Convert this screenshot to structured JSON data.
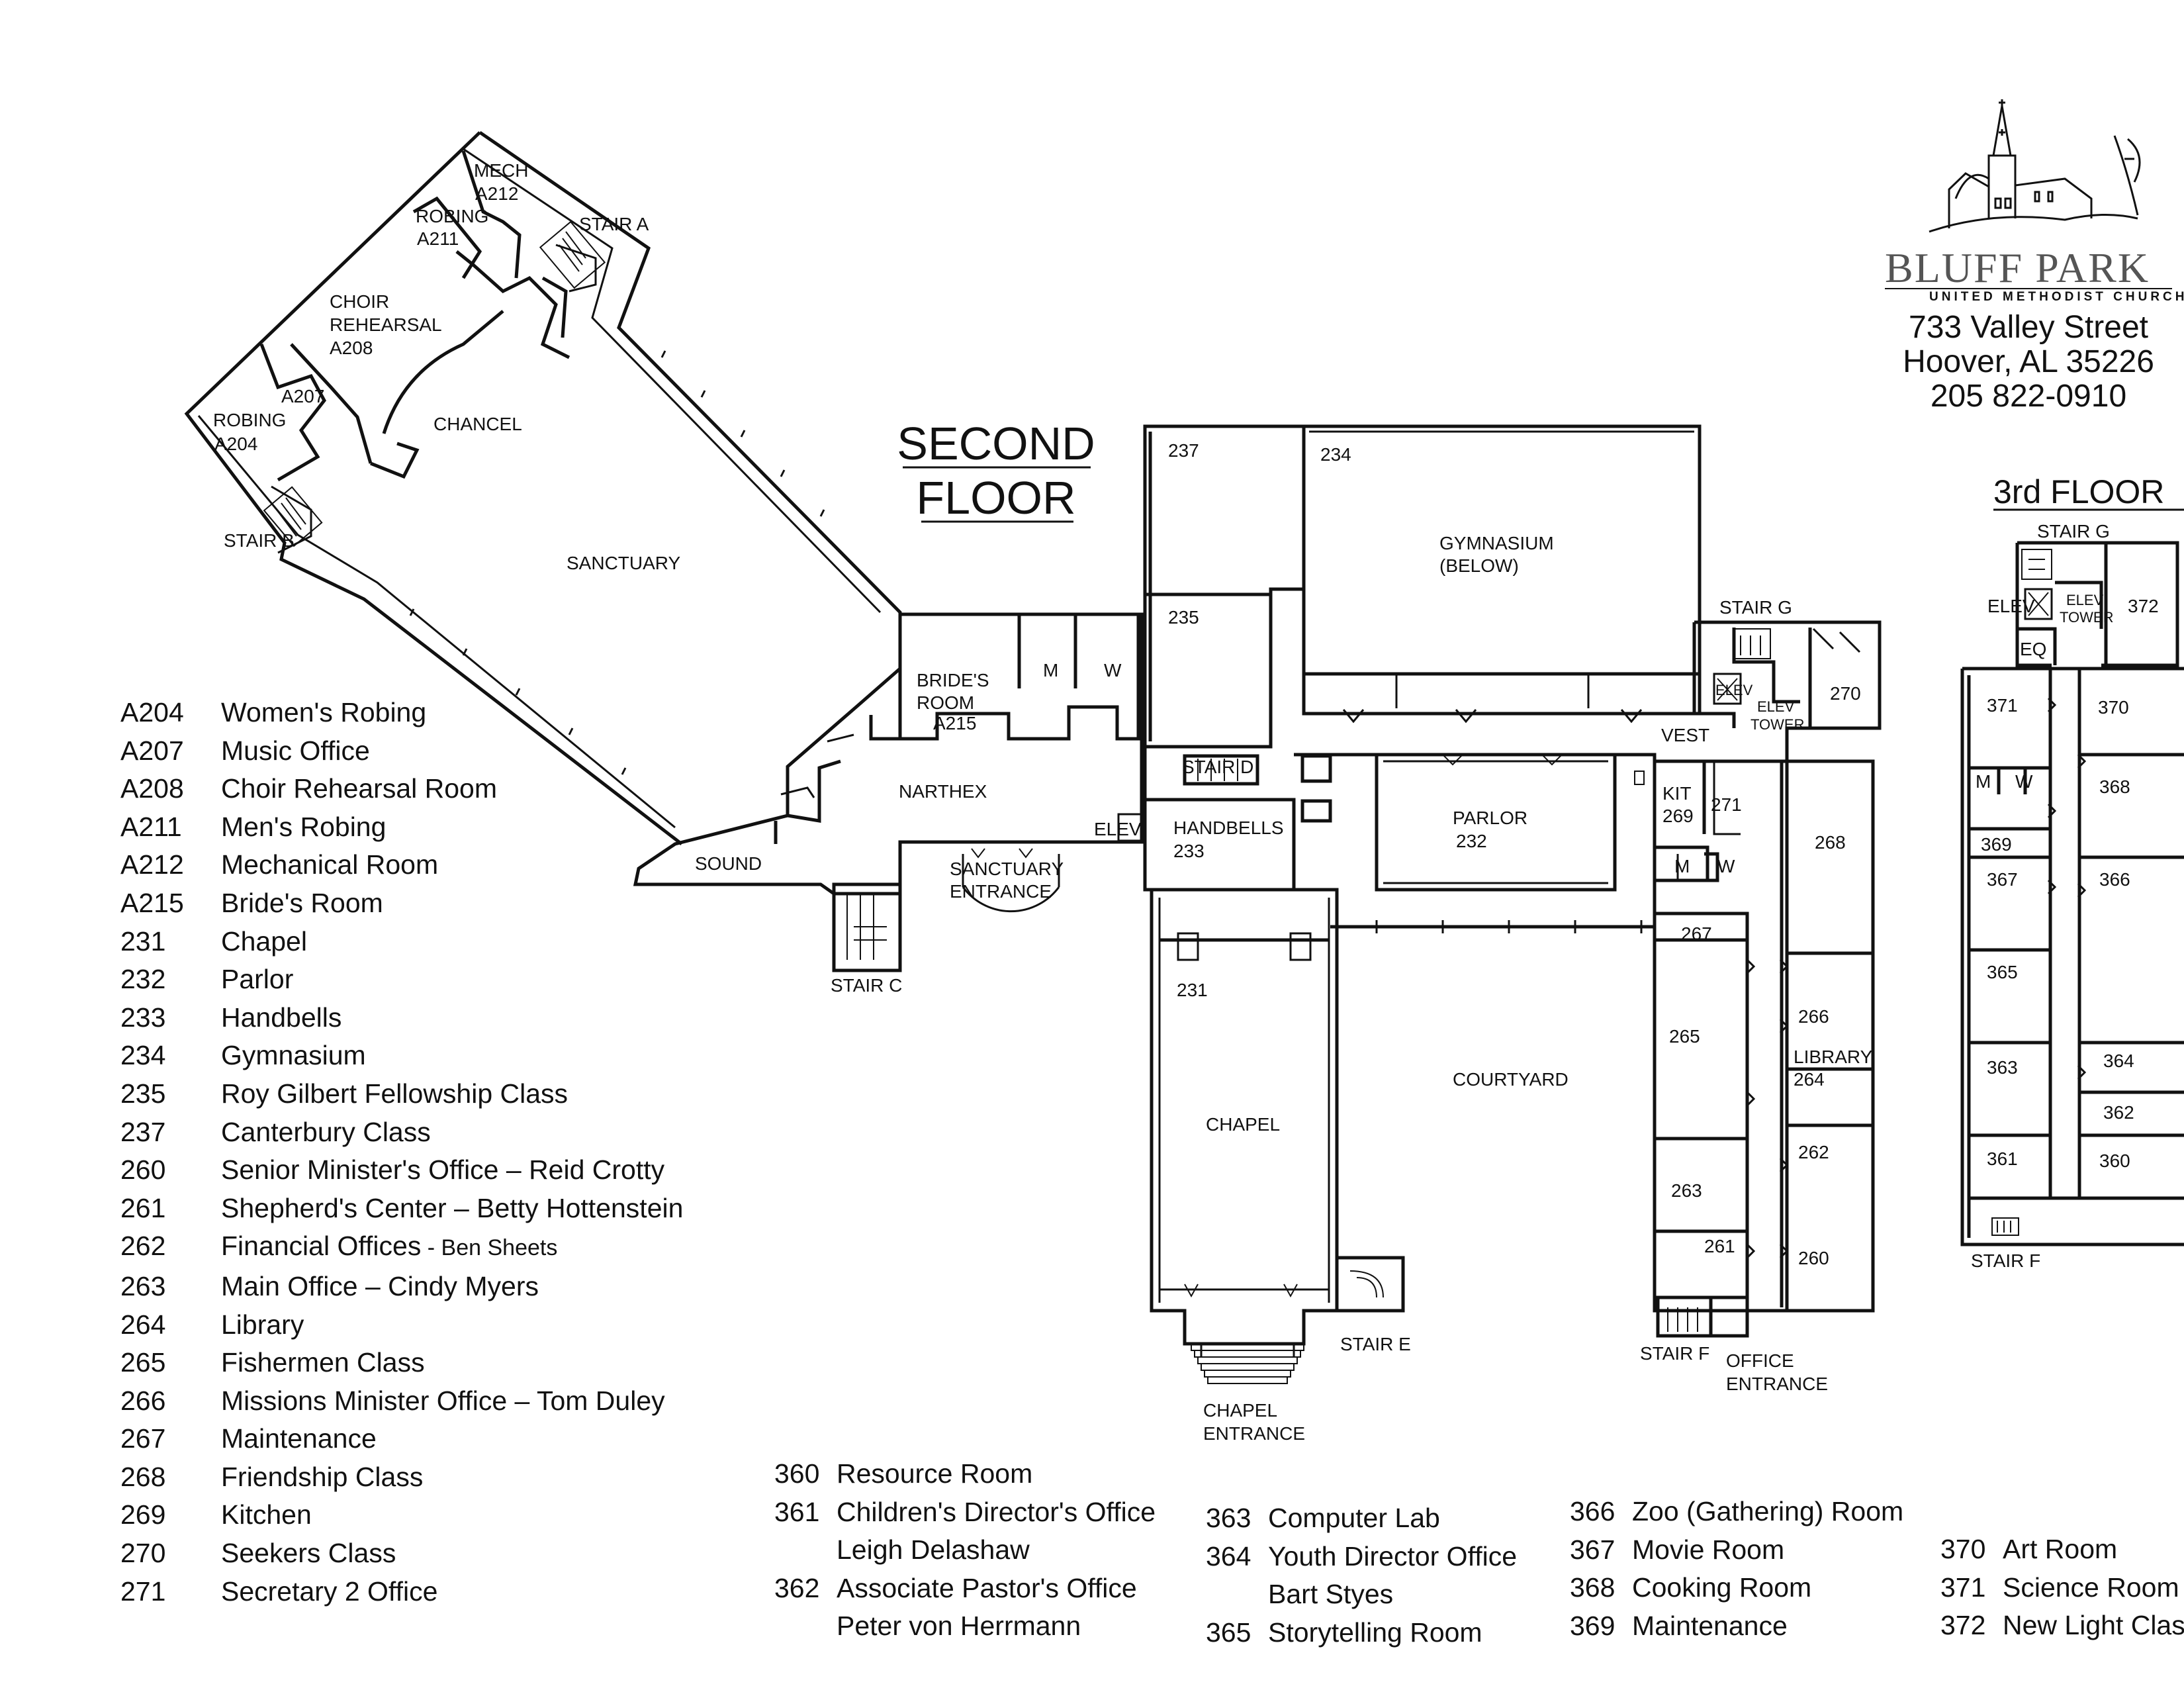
{
  "church": {
    "name": "BLUFF PARK",
    "subtitle": "UNITED METHODIST CHURCH",
    "street": "733 Valley Street",
    "city": "Hoover, AL 35226",
    "phone": "205 822-0910"
  },
  "headings": {
    "second_line1": "SECOND",
    "second_line2": "FLOOR",
    "third": "3rd FLOOR"
  },
  "plan_labels": {
    "mech": "MECH",
    "a212": "A212",
    "robing1": "ROBING",
    "a211": "A211",
    "stair_a": "STAIR A",
    "choir1": "CHOIR",
    "choir2": "REHEARSAL",
    "a208": "A208",
    "a207": "A207",
    "robing2": "ROBING",
    "a204": "A204",
    "chancel": "CHANCEL",
    "stair_b": "STAIR B",
    "sanctuary": "SANCTUARY",
    "brides1": "BRIDE'S",
    "brides2": "ROOM",
    "a215": "A215",
    "m": "M",
    "w": "W",
    "narthex": "NARTHEX",
    "sound": "SOUND",
    "sanct_ent1": "SANCTUARY",
    "sanct_ent2": "ENTRANCE",
    "elev": "ELEV",
    "stair_c": "STAIR C",
    "r237": "237",
    "r234": "234",
    "gym1": "GYMNASIUM",
    "gym2": "(BELOW)",
    "r235": "235",
    "stair_d": "STAIR D",
    "handbells": "HANDBELLS",
    "r233": "233",
    "parlor": "PARLOR",
    "r232": "232",
    "r231": "231",
    "chapel": "CHAPEL",
    "courtyard": "COURTYARD",
    "stair_e": "STAIR E",
    "chapel_ent1": "CHAPEL",
    "chapel_ent2": "ENTRANCE",
    "stair_g": "STAIR G",
    "elev_box": "ELEV",
    "elev_tower1": "ELEV",
    "elev_tower2": "TOWER",
    "r270": "270",
    "vest": "VEST",
    "kit": "KIT",
    "r269": "269",
    "r271": "271",
    "r268": "268",
    "r267": "267",
    "r266": "266",
    "r265": "265",
    "library": "LIBRARY",
    "r264": "264",
    "r262": "262",
    "r263": "263",
    "r261": "261",
    "r260": "260",
    "stair_f": "STAIR F",
    "office_ent1": "OFFICE",
    "office_ent2": "ENTRANCE",
    "stair_g3": "STAIR G",
    "elev3": "ELEV",
    "elev_tower3a": "ELEV",
    "elev_tower3b": "TOWER",
    "r372": "372",
    "eq": "EQ",
    "r371": "371",
    "r370": "370",
    "m3": "M",
    "w3": "W",
    "r368": "368",
    "r369": "369",
    "r367": "367",
    "r366": "366",
    "r365": "365",
    "r363": "363",
    "r364": "364",
    "r362": "362",
    "r361": "361",
    "r360": "360",
    "stair_f3": "STAIR F"
  },
  "legend_second": [
    {
      "num": "A204",
      "name": "Women's Robing"
    },
    {
      "num": "A207",
      "name": "Music Office"
    },
    {
      "num": "A208",
      "name": "Choir Rehearsal Room"
    },
    {
      "num": "A211",
      "name": "Men's Robing"
    },
    {
      "num": "A212",
      "name": "Mechanical Room"
    },
    {
      "num": "A215",
      "name": "Bride's Room"
    },
    {
      "num": "231",
      "name": "Chapel"
    },
    {
      "num": "232",
      "name": "Parlor"
    },
    {
      "num": "233",
      "name": "Handbells"
    },
    {
      "num": "234",
      "name": "Gymnasium"
    },
    {
      "num": "235",
      "name": "Roy Gilbert Fellowship Class"
    },
    {
      "num": "237",
      "name": "Canterbury Class"
    },
    {
      "num": "260",
      "name": "Senior Minister's Office – Reid Crotty"
    },
    {
      "num": "261",
      "name": "Shepherd's Center – Betty Hottenstein"
    },
    {
      "num": "262",
      "name": "Financial Offices",
      "extra": " - Ben Sheets"
    },
    {
      "num": "263",
      "name": "Main Office – Cindy Myers"
    },
    {
      "num": "264",
      "name": "Library"
    },
    {
      "num": "265",
      "name": "Fishermen Class"
    },
    {
      "num": "266",
      "name": "Missions Minister Office – Tom Duley"
    },
    {
      "num": "267",
      "name": "Maintenance"
    },
    {
      "num": "268",
      "name": "Friendship Class"
    },
    {
      "num": "269",
      "name": "Kitchen"
    },
    {
      "num": "270",
      "name": "Seekers Class"
    },
    {
      "num": "271",
      "name": "Secretary 2 Office"
    }
  ],
  "legend_third_a": [
    {
      "num": "360",
      "name": "Resource Room"
    },
    {
      "num": "361",
      "name": "Children's Director's Office"
    },
    {
      "num": "",
      "name": "Leigh Delashaw"
    },
    {
      "num": "362",
      "name": "Associate Pastor's Office"
    },
    {
      "num": "",
      "name": "Peter von Herrmann"
    }
  ],
  "legend_third_b": [
    {
      "num": "363",
      "name": "Computer Lab"
    },
    {
      "num": "364",
      "name": "Youth Director Office"
    },
    {
      "num": "",
      "name": "Bart Styes"
    },
    {
      "num": "365",
      "name": "Storytelling Room"
    }
  ],
  "legend_third_c": [
    {
      "num": "366",
      "name": "Zoo (Gathering) Room"
    },
    {
      "num": "367",
      "name": "Movie Room"
    },
    {
      "num": "368",
      "name": "Cooking Room"
    },
    {
      "num": "369",
      "name": "Maintenance"
    }
  ],
  "legend_third_d": [
    {
      "num": "370",
      "name": "Art Room"
    },
    {
      "num": "371",
      "name": "Science Room"
    },
    {
      "num": "372",
      "name": "New Light Clas"
    }
  ]
}
